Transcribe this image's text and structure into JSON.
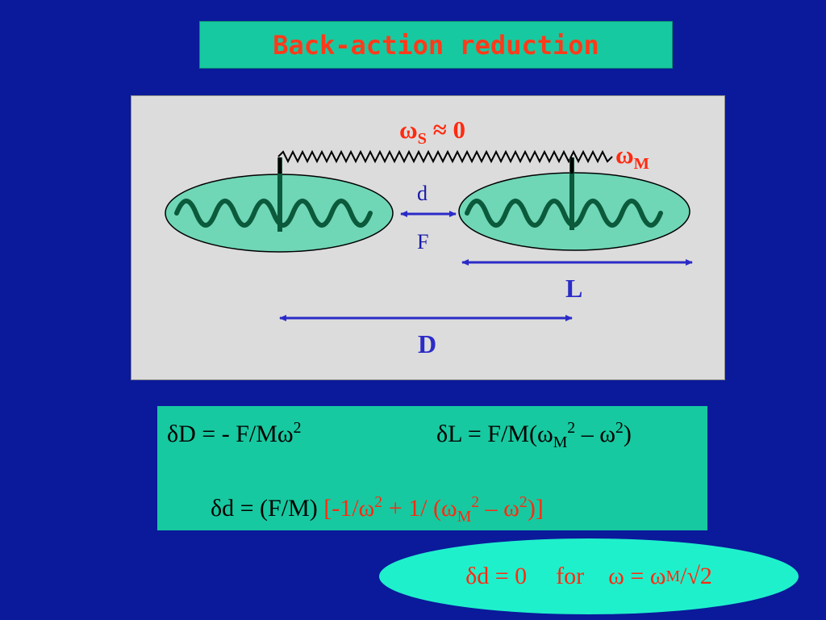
{
  "title": "Back-action reduction",
  "diagram": {
    "omega_s": "ω",
    "omega_s_sub": "S",
    "omega_s_rest": " ≈ 0",
    "omega_m": "ω",
    "omega_m_sub": "M",
    "label_d": "d",
    "label_F": "F",
    "label_L": "L",
    "label_D": "D"
  },
  "equations": {
    "eq1": {
      "pre": "δD = - F/Mω",
      "sup": "2"
    },
    "eq2": {
      "pre": "δL = F/M(ω",
      "sub": "M",
      "sup1": "2",
      "mid": " – ω",
      "sup2": "2",
      "post": ")"
    },
    "eq3": {
      "black": "δd = (F/M) ",
      "red_a": "[-1/ω",
      "sup_a": "2",
      "red_b": " + 1/ (ω",
      "sub_b": "M",
      "sup_b": "2",
      "red_c": " – ω",
      "sup_c": "2",
      "red_d": ")]"
    }
  },
  "result": {
    "a": "δd = 0",
    "b": "for",
    "c": "ω = ω",
    "sub": "M",
    "d": "/√2"
  },
  "colors": {
    "background": "#0a1a9a",
    "accent_red": "#ff2a10",
    "teal": "#17c9a0",
    "arrow_blue": "#2b2bc8",
    "mass_green": "#0b5a3c"
  }
}
